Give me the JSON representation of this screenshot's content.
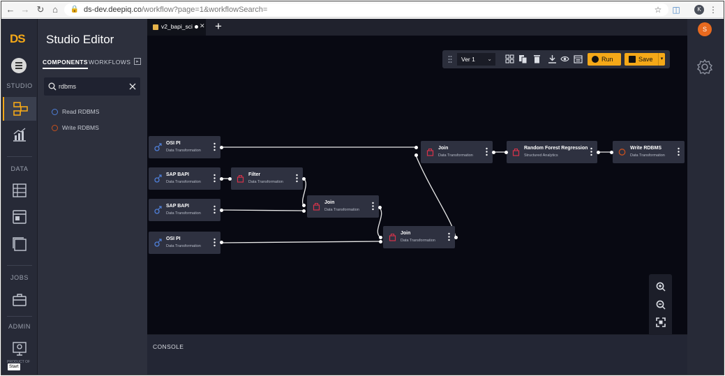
{
  "browser": {
    "url_host": "ds-dev.deepiq.co",
    "url_path": "/workflow?page=1&workflowSearch=",
    "profile_initial": "K"
  },
  "rail": {
    "logo": "DS",
    "sections": {
      "studio": "STUDIO",
      "data": "DATA",
      "jobs": "JOBS",
      "admin": "ADMIN"
    },
    "product_of": "PRODUCT OF"
  },
  "panel": {
    "title": "Studio Editor",
    "tabs": [
      "COMPONENTS",
      "WORKFLOWS"
    ],
    "search_value": "rdbms",
    "results": [
      {
        "label": "Read RDBMS",
        "icon": "read-icon",
        "color": "#4f7fd8"
      },
      {
        "label": "Write RDBMS",
        "icon": "write-icon",
        "color": "#c8501e"
      }
    ]
  },
  "editor": {
    "tab_label": "v2_bapi_sci",
    "version": "Ver 1",
    "run_label": "Run",
    "save_label": "Save",
    "accent": "#f4a818",
    "console_label": "CONSOLE",
    "start_tag": "Start"
  },
  "nodes": [
    {
      "id": "n1",
      "title": "OSI PI",
      "sub": "Data Transformation",
      "icon": "source-icon"
    },
    {
      "id": "n2",
      "title": "SAP BAPI",
      "sub": "Data Transformation",
      "icon": "source-icon"
    },
    {
      "id": "n3",
      "title": "SAP BAPI",
      "sub": "Data Transformation",
      "icon": "source-icon"
    },
    {
      "id": "n4",
      "title": "OSI PI",
      "sub": "Data Transformation",
      "icon": "source-icon"
    },
    {
      "id": "n5",
      "title": "Filter",
      "sub": "Data Transformation",
      "icon": "transform-icon"
    },
    {
      "id": "n6",
      "title": "Join",
      "sub": "Data Transformation",
      "icon": "transform-icon"
    },
    {
      "id": "n7",
      "title": "Join",
      "sub": "Data Transformation",
      "icon": "transform-icon"
    },
    {
      "id": "n8",
      "title": "Join",
      "sub": "Data Transformation",
      "icon": "transform-icon"
    },
    {
      "id": "n9",
      "title": "Random Forest Regression",
      "sub": "Structured Analytics",
      "icon": "transform-icon"
    },
    {
      "id": "n10",
      "title": "Write RDBMS",
      "sub": "Data Transformation",
      "icon": "write-icon"
    }
  ],
  "user": {
    "avatar_initial": "S"
  }
}
